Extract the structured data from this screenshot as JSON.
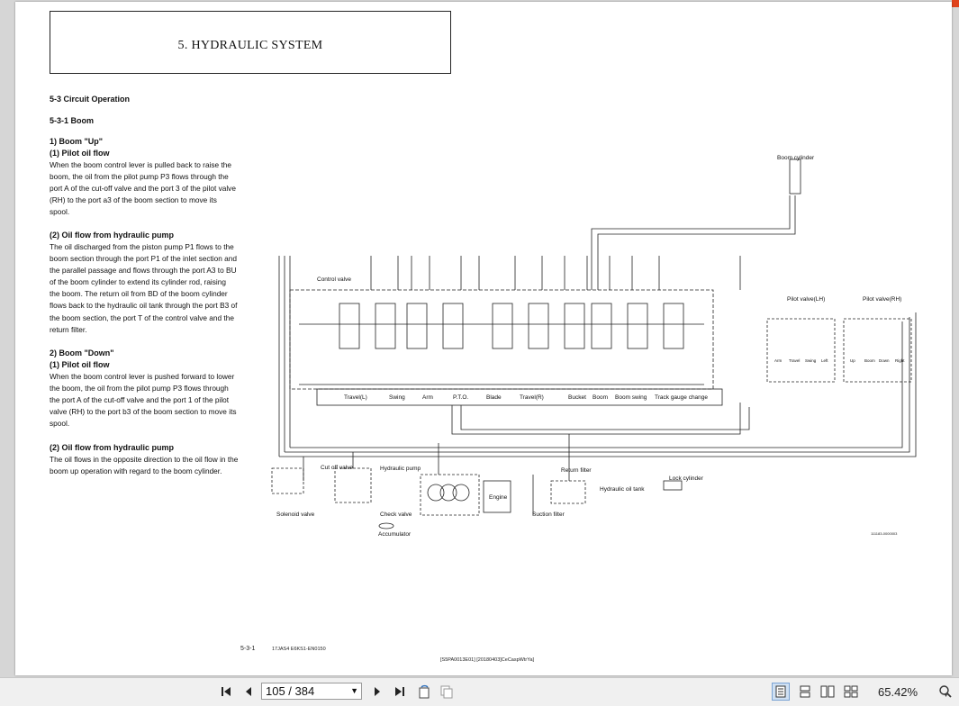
{
  "document": {
    "title": "5. HYDRAULIC SYSTEM",
    "section": "5-3  Circuit Operation",
    "subsection": "5-3-1  Boom",
    "boom_up": {
      "heading": "1)  Boom \"Up\"",
      "pilot_heading": "(1)   Pilot oil flow",
      "pilot_lines": [
        "When the boom control lever is pulled back to raise the",
        "boom, the oil from the pilot pump P3 flows through the",
        "port A of the cut-off valve and the port 3 of the pilot valve",
        "(RH) to the port a3 of the boom section to move its",
        "spool."
      ],
      "pump_heading": "(2)   Oil flow from hydraulic pump",
      "pump_lines": [
        "The oil discharged from the piston pump P1 flows to the",
        "boom section through the port P1 of the inlet section and",
        "the parallel passage and flows through the port A3 to BU",
        "of the boom cylinder to extend its cylinder rod, raising",
        "the boom. The return oil from BD of the boom cylinder",
        "flows back to the hydraulic oil tank through the port B3 of",
        "the boom section, the port T of the control valve and the",
        "return filter."
      ]
    },
    "boom_down": {
      "heading": "2)  Boom \"Down\"",
      "pilot_heading": "(1)   Pilot oil flow",
      "pilot_lines": [
        "When the boom control lever is pushed forward to lower",
        "the boom, the oil from the pilot pump P3 flows through",
        "the port A of the cut-off valve and the port 1 of the pilot",
        "valve (RH) to the port b3 of the boom section to move its",
        "spool."
      ],
      "pump_heading": "(2)   Oil flow from hydraulic pump",
      "pump_lines": [
        "The oil flows in the opposite direction to the oil flow in the",
        "boom up operation with regard to the boom cylinder."
      ]
    },
    "footer": {
      "page_no": "5-3-1",
      "code": "17JAS4   E6KS1-EN0150",
      "ref": "[S5PA0013E01] [20180403]CeCaspWtrYa]",
      "drawing_no": "111183-0000003"
    }
  },
  "diagram": {
    "control_valve": "Control valve",
    "sections": [
      "Travel(L)",
      "Swing",
      "Arm",
      "P.T.O.",
      "Blade",
      "Travel(R)",
      "Bucket",
      "Boom",
      "Boom swing",
      "Track gauge change"
    ],
    "boom_cylinder": "Boom cylinder",
    "pilot_valve_lh": "Pilot valve(LH)",
    "pilot_valve_rh": "Pilot valve(RH)",
    "lh_labels": [
      "Arm",
      "Travel",
      "Swing",
      "Left"
    ],
    "rh_labels": [
      "Up",
      "Boom",
      "Down",
      "Right"
    ],
    "solenoid_valve": "Solenoid valve",
    "cut_off_valve": "Cut off valve",
    "hydraulic_pump": "Hydraulic pump",
    "engine": "Engine",
    "return_filter": "Return filter",
    "hydraulic_oil_tank": "Hydraulic oil tank",
    "suction_filter": "Suction filter",
    "lock_cylinder": "Lock cylinder",
    "check_valve": "Check valve",
    "accumulator": "Accumulator"
  },
  "toolbar": {
    "page_display": "105 / 384",
    "zoom": "65.42%"
  },
  "colors": {
    "accent": "#e0421b"
  }
}
